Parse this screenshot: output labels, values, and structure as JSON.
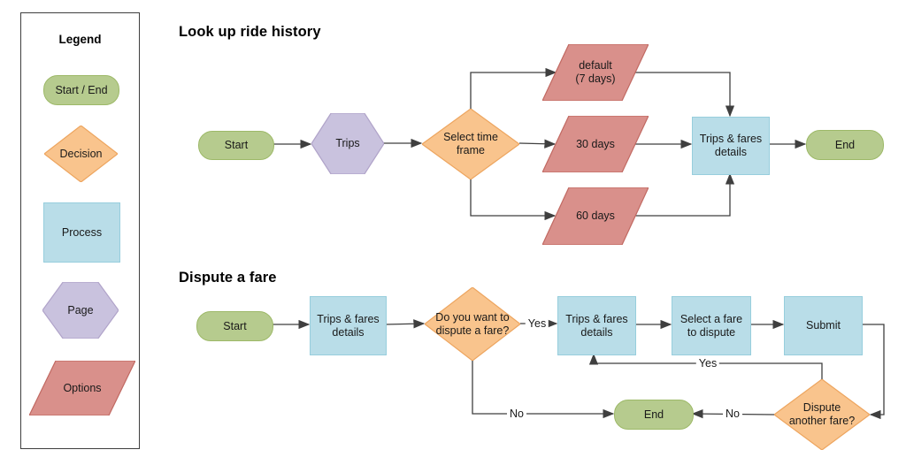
{
  "palette": {
    "green-fill": "#b6cb8e",
    "green-stroke": "#9db968",
    "orange-fill": "#f9c48d",
    "orange-stroke": "#eda55f",
    "blue-fill": "#b9dde8",
    "blue-stroke": "#97cedd",
    "purple-fill": "#c9c2de",
    "purple-stroke": "#b0a3c9",
    "red-fill": "#d9908b",
    "red-stroke": "#c16962",
    "line-color": "#3f3f3f",
    "text-color": "#191919"
  },
  "legend": {
    "title": "Legend",
    "items": [
      {
        "label": "Start / End",
        "shape": "terminator-pill"
      },
      {
        "label": "Decision",
        "shape": "diamond"
      },
      {
        "label": "Process",
        "shape": "rectangle"
      },
      {
        "label": "Page",
        "shape": "hexagon"
      },
      {
        "label": "Options",
        "shape": "parallelogram"
      }
    ]
  },
  "flow1": {
    "title": "Look up ride history",
    "nodes": {
      "start": "Start",
      "trips": "Trips",
      "decision": "Select time\nframe",
      "opt_default": "default\n(7 days)",
      "opt_30": "30 days",
      "opt_60": "60 days",
      "details": "Trips & fares\ndetails",
      "end": "End"
    }
  },
  "flow2": {
    "title": "Dispute a fare",
    "nodes": {
      "start": "Start",
      "details1": "Trips & fares\ndetails",
      "decision1": "Do you want to\ndispute a fare?",
      "details2": "Trips & fares\ndetails",
      "select": "Select a fare\nto dispute",
      "submit": "Submit",
      "decision2": "Dispute\nanother fare?",
      "end": "End"
    },
    "edge_labels": {
      "yes_dispute": "Yes",
      "yes_loop": "Yes",
      "no_first": "No",
      "no_another": "No"
    }
  }
}
